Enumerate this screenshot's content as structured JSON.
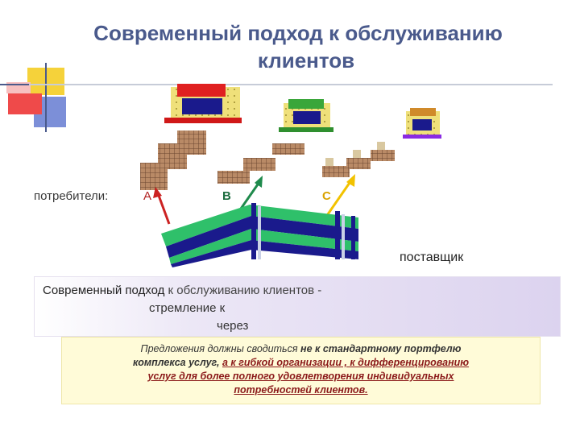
{
  "title": {
    "line1": "Современный подход к обслуживанию",
    "line2": "клиентов"
  },
  "diagram": {
    "consumers_label": "потребители:",
    "channel_a": "А",
    "channel_b": "В",
    "channel_c": "С",
    "supplier_label": "поставщик",
    "colors": {
      "store_red": "#e02020",
      "store_green": "#3aa63a",
      "store_purple": "#8a2be2",
      "arrow_a": "#cc2222",
      "arrow_b": "#1f8a4c",
      "arrow_c": "#f2c200",
      "warehouse": "#2fc06a"
    }
  },
  "definition_box": {
    "part1": "Современный подход",
    "part2": "к обслуживанию клиентов -",
    "line2": "стремление  к",
    "line3": "через"
  },
  "proposal_box": {
    "t1": "Предложения должны сводиться ",
    "t2": "не к стандартному портфелю",
    "t3": "комплекса услуг, ",
    "t4": "а к гибкой организации , к дифференцированию",
    "t5": "услуг для более полного удовлетворения индивидуальных",
    "t6": "потребностей клиентов."
  }
}
